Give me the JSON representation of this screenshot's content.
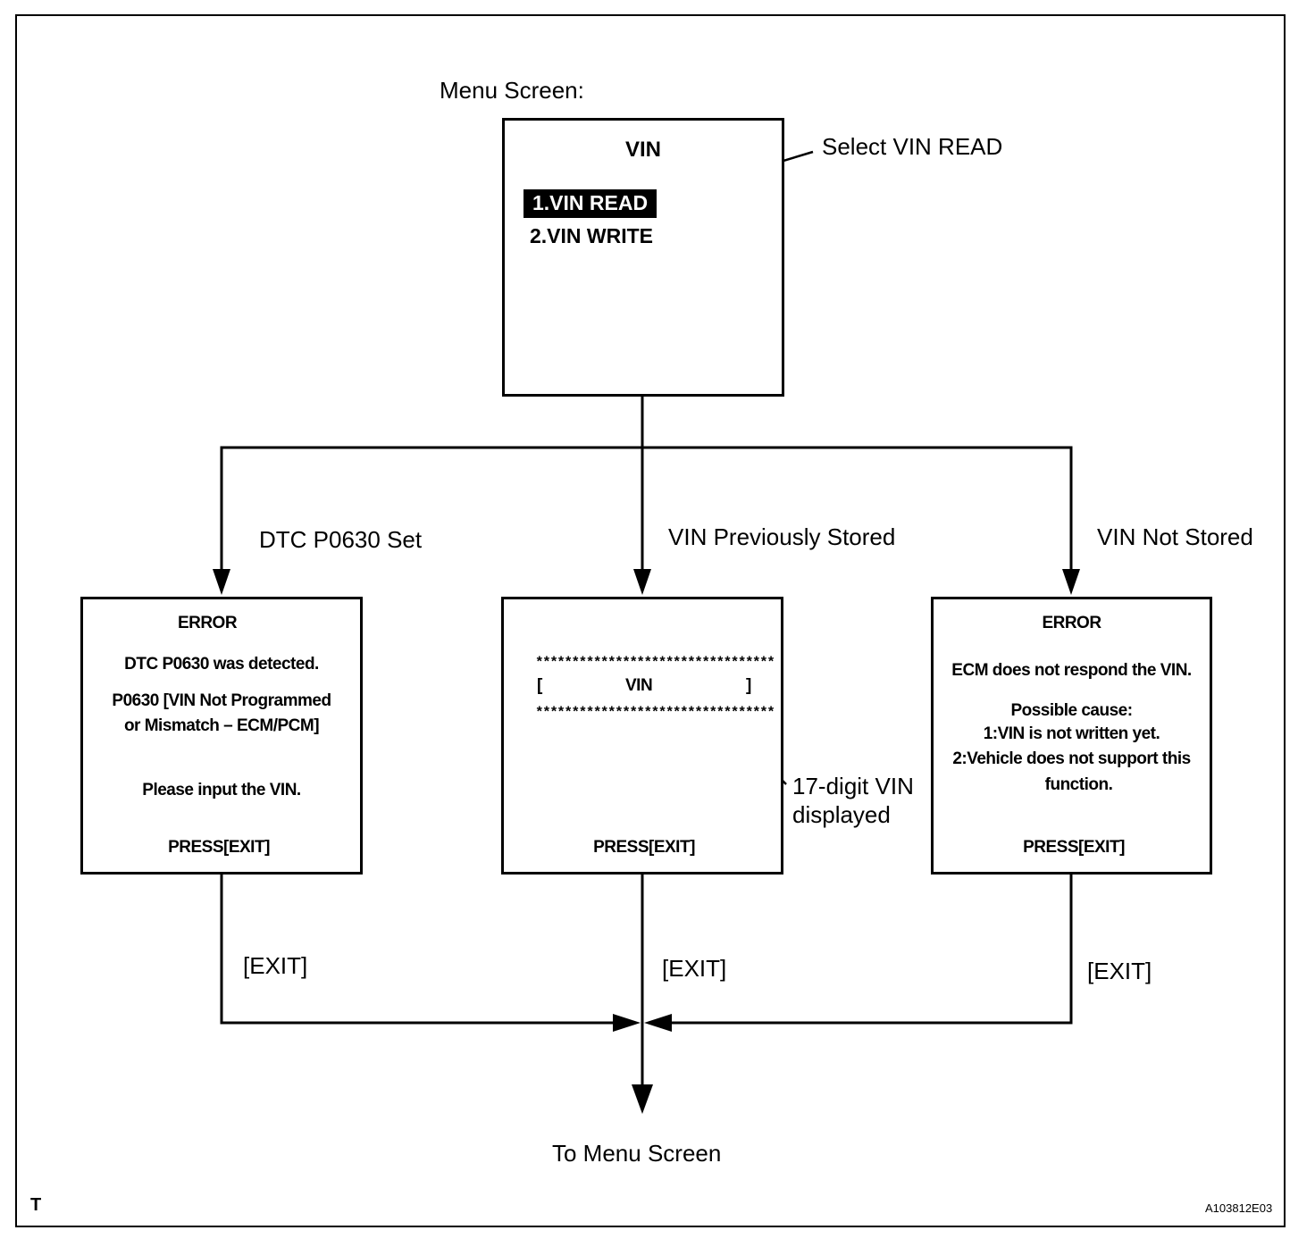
{
  "menu_caption": "Menu Screen:",
  "menu_screen": {
    "title": "VIN",
    "selected_item": "1.VIN READ",
    "item2": "2.VIN WRITE"
  },
  "callout_select": "Select VIN READ",
  "branches": {
    "left": "DTC P0630 Set",
    "middle": "VIN Previously Stored",
    "right": "VIN Not Stored"
  },
  "left_screen": {
    "title": "ERROR",
    "line1": "DTC P0630 was detected.",
    "line2": "P0630  [VIN Not Programmed",
    "line3": "or Mismatch – ECM/PCM]",
    "line4": "Please input the VIN.",
    "footer": "PRESS[EXIT]"
  },
  "middle_screen": {
    "stars_top": "*********************************",
    "bracket_open": "[",
    "vin": "VIN",
    "bracket_close": "]",
    "stars_bottom": "*********************************",
    "footer": "PRESS[EXIT]"
  },
  "callout_vin": {
    "line1": "17-digit VIN",
    "line2": "displayed"
  },
  "right_screen": {
    "title": "ERROR",
    "line1": "ECM does not respond the VIN.",
    "line2": "Possible cause:",
    "line3": "1:VIN is not written yet.",
    "line4": "2:Vehicle does not support this",
    "line5": "function.",
    "footer": "PRESS[EXIT]"
  },
  "exit_labels": {
    "left": "[EXIT]",
    "middle": "[EXIT]",
    "right": "[EXIT]"
  },
  "to_menu": "To Menu Screen",
  "corner_mark": "T",
  "figure_id": "A103812E03"
}
